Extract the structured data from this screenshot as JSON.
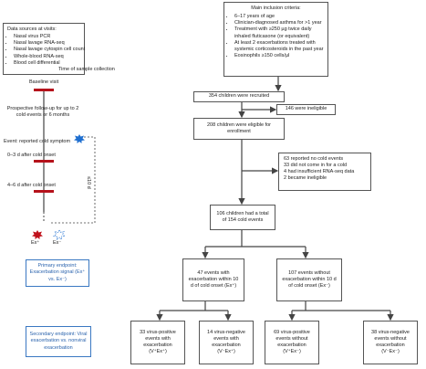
{
  "data_sources": {
    "title": "Data sources at visits:",
    "items": [
      "Nasal virus PCR",
      "Nasal lavage RNA-seq",
      "Nasal lavage cytospin cell count",
      "Whole-blood RNA-seq",
      "Blood cell differential"
    ]
  },
  "inclusion": {
    "title": "Main inclusion criteria:",
    "items": [
      "6–17 years of age",
      "Clinician-diagnosed asthma for >1 year",
      "Treatment with ≥250 µg twice daily inhaled fluticasone (or equivalent)",
      "At least 2 exacerbations treated with systemic corticosteroids in the past year",
      "Eosinophils ≥150 cells/µl"
    ]
  },
  "timeline": {
    "legend_label": "Time of sample collection",
    "baseline": "Baseline visit",
    "followup": "Prospective follow-up for up to 2 cold events or 6 months",
    "event": "Event: reported cold symptom",
    "day0_3": "0–3 d after cold onset",
    "day4_6": "4–6 d after cold onset",
    "interval": "≤10 d",
    "ex_pos": "Ex⁺",
    "ex_neg": "Ex⁻"
  },
  "flow": {
    "recruited": "354 children were recruited",
    "ineligible": "146 were ineligible",
    "eligible": "208 children were eligible for enrollment",
    "excluded": [
      "63 reported no cold events",
      "33 did not come in for a cold",
      "4 had insufficient RNA-seq data",
      "2 became ineligible"
    ],
    "total": "106 children had a total of 154 cold events",
    "with_exac": "47 events with exacerbation within 10 d of cold onset (Ex⁺)",
    "without_exac": "107 events without exacerbation within 10 d of cold onset (Ex⁻)",
    "v_pos_ex_pos": "33 virus-positive events with exacerbation (V⁺Ex⁺)",
    "v_neg_ex_pos": "14 virus-negative events with exacerbation (V⁻Ex⁺)",
    "v_pos_ex_neg": "69 virus-positive events without exacerbation (V⁺Ex⁻)",
    "v_neg_ex_neg": "38 virus-negative events without exacerbation (V⁻Ex⁻)"
  },
  "endpoints": {
    "primary": "Primary endpoint: Exacerbation signal (Ex⁺ vs. Ex⁻)",
    "secondary": "Secondary endpoint: Viral exacerbation vs. nonviral exacerbation"
  },
  "colors": {
    "marker": "#b5121b",
    "virus_red": "#c0121c",
    "virus_blue": "#1f6fd0",
    "endpoint_blue": "#3a78c2",
    "line": "#444444"
  }
}
